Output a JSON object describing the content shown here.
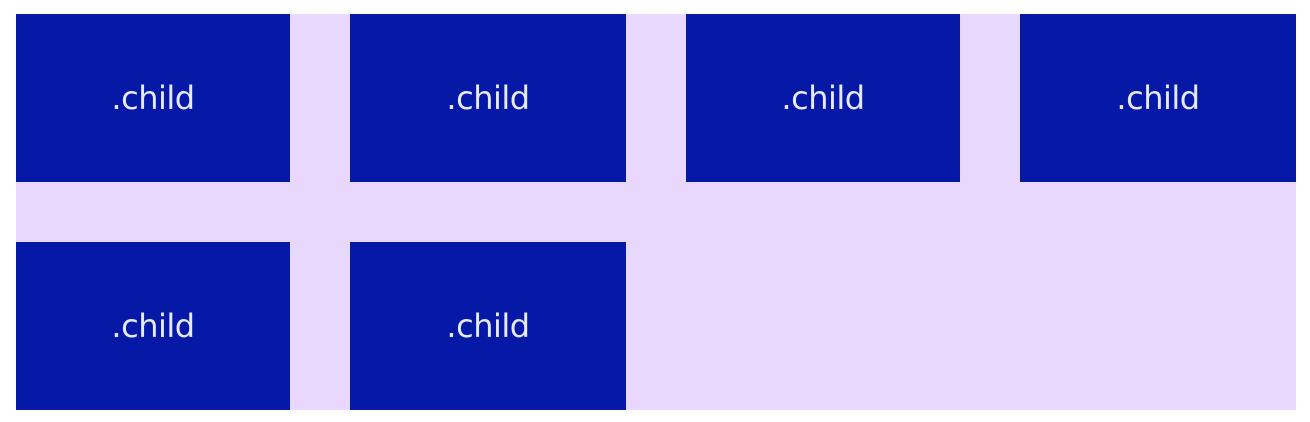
{
  "colors": {
    "container_background": "#e9d8fd",
    "child_background": "#0519a6",
    "child_text": "#e6e9ff"
  },
  "grid": {
    "children": [
      {
        "label": ".child"
      },
      {
        "label": ".child"
      },
      {
        "label": ".child"
      },
      {
        "label": ".child"
      },
      {
        "label": ".child"
      },
      {
        "label": ".child"
      }
    ]
  }
}
